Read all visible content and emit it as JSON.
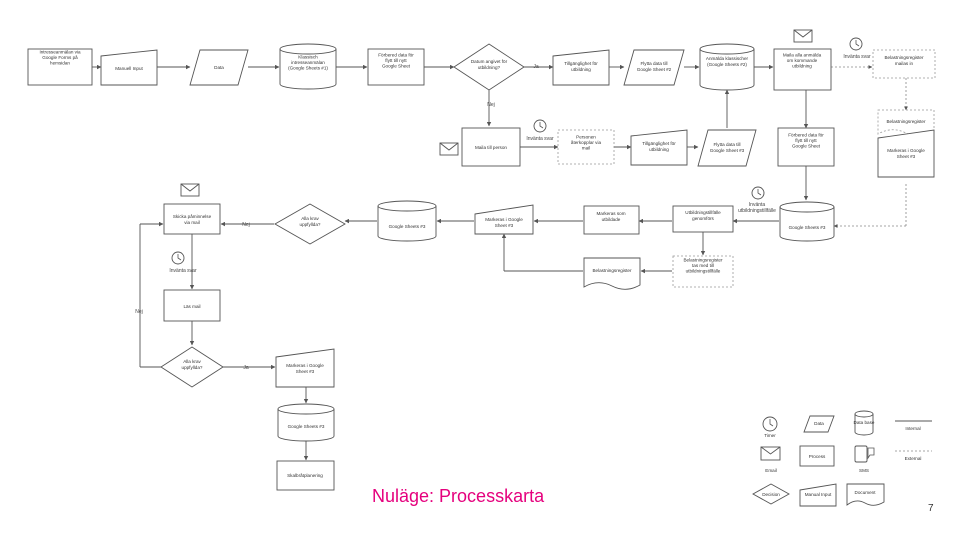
{
  "slide": {
    "title": "Nuläge: Processkarta",
    "page_number": "7"
  },
  "nodes": {
    "n1": "Intresseanmälan via Google Forms på hemsidan",
    "n2": "Manuell Input",
    "n3": "Data",
    "n4": "Klassisch intresseanmälan (Google Sheets #1)",
    "n5": "Förbered data för flytt till nytt Google Sheet",
    "n6": "Datum angivet för utbildning?",
    "n7": "Tillgänglighet för utbildning",
    "n8": "Flytta data till Google Sheet #2",
    "n9": "Anmälda klassischer (Google Sheets #2)",
    "n10": "Maila alla anmälda om kommande utbildning",
    "n11": "Belastningsregister mailas in",
    "n12": "Belastningsregister",
    "n13": "Markeras i Google Sheet #3",
    "n14": "Maila till person",
    "n15": "Personen återkopplar via mail",
    "n16": "Tillgänglighet för utbildning",
    "n17": "Flytta data till Google Sheet #3",
    "n18": "Förbered data för flytt till nytt Google Sheet",
    "n19": "Google Sheets #3",
    "n20": "Utbildningstillfälle genomförs",
    "n21": "Markeras som utbildade",
    "n22": "Markeras i Google Sheet #3",
    "n23": "Google Sheets #3",
    "n24": "Alla krav uppfyllda?",
    "n25": "Skicka påminnelse via mail",
    "n26": "Läs mail",
    "n27": "Alla krav uppfyllda?",
    "n28": "Markeras i Google Sheet #3",
    "n29": "Google Sheets #3",
    "n30": "Skalbråtplanering",
    "n31": "Belastningsregister",
    "n32": "Belastningsregister tas med till utbildningstillfälle"
  },
  "edge_labels": {
    "ja1": "Ja",
    "nej1": "Nej",
    "nej2": "Nej",
    "nej3": "Nej",
    "ja2": "Ja"
  },
  "timers": {
    "t1": "Invänta svar",
    "t2": "Invänta svar",
    "t3": "Invänta utbildningstillfälle",
    "t4": "Invänta svar"
  },
  "legend": {
    "timer": "Timer",
    "data": "Data",
    "database": "Data base",
    "internal": "Internal",
    "email": "Email",
    "process": "Process",
    "sms": "SMS",
    "external": "External",
    "decision": "Decision",
    "manual_input": "Manual Input",
    "document": "Document"
  }
}
